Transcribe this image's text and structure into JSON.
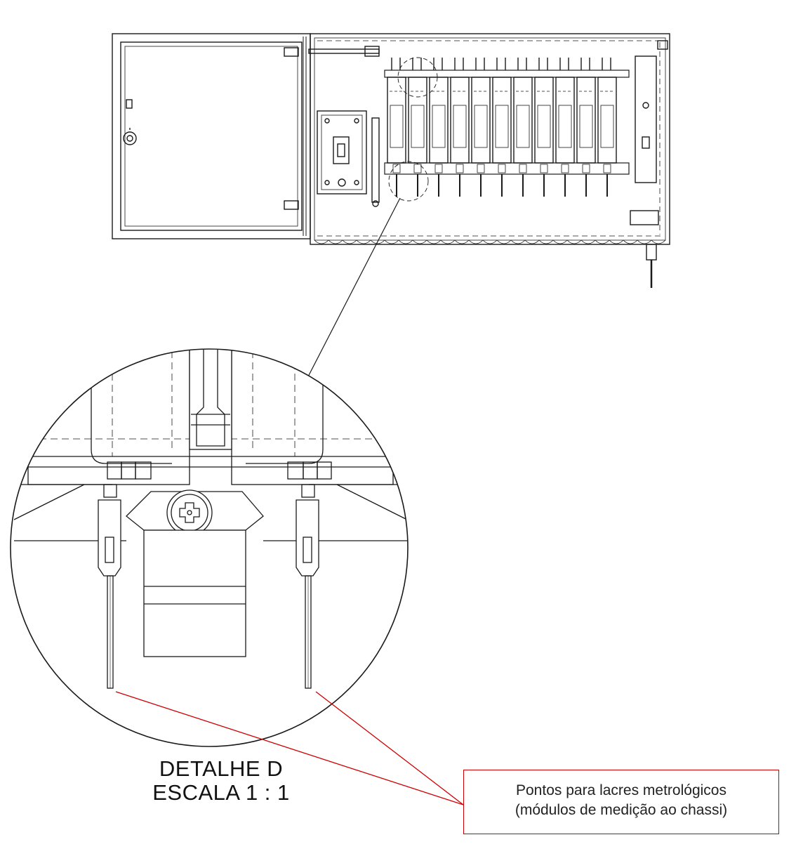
{
  "detail": {
    "title": "DETALHE D",
    "scale": "ESCALA 1 : 1"
  },
  "callout": {
    "line1": "Pontos para lacres metrológicos",
    "line2": "(módulos de medição ao chassi)"
  },
  "colors": {
    "line": "#1a1a1a",
    "leader": "#d00000",
    "callout_border": "#d00000"
  },
  "modules": {
    "count": 11
  }
}
